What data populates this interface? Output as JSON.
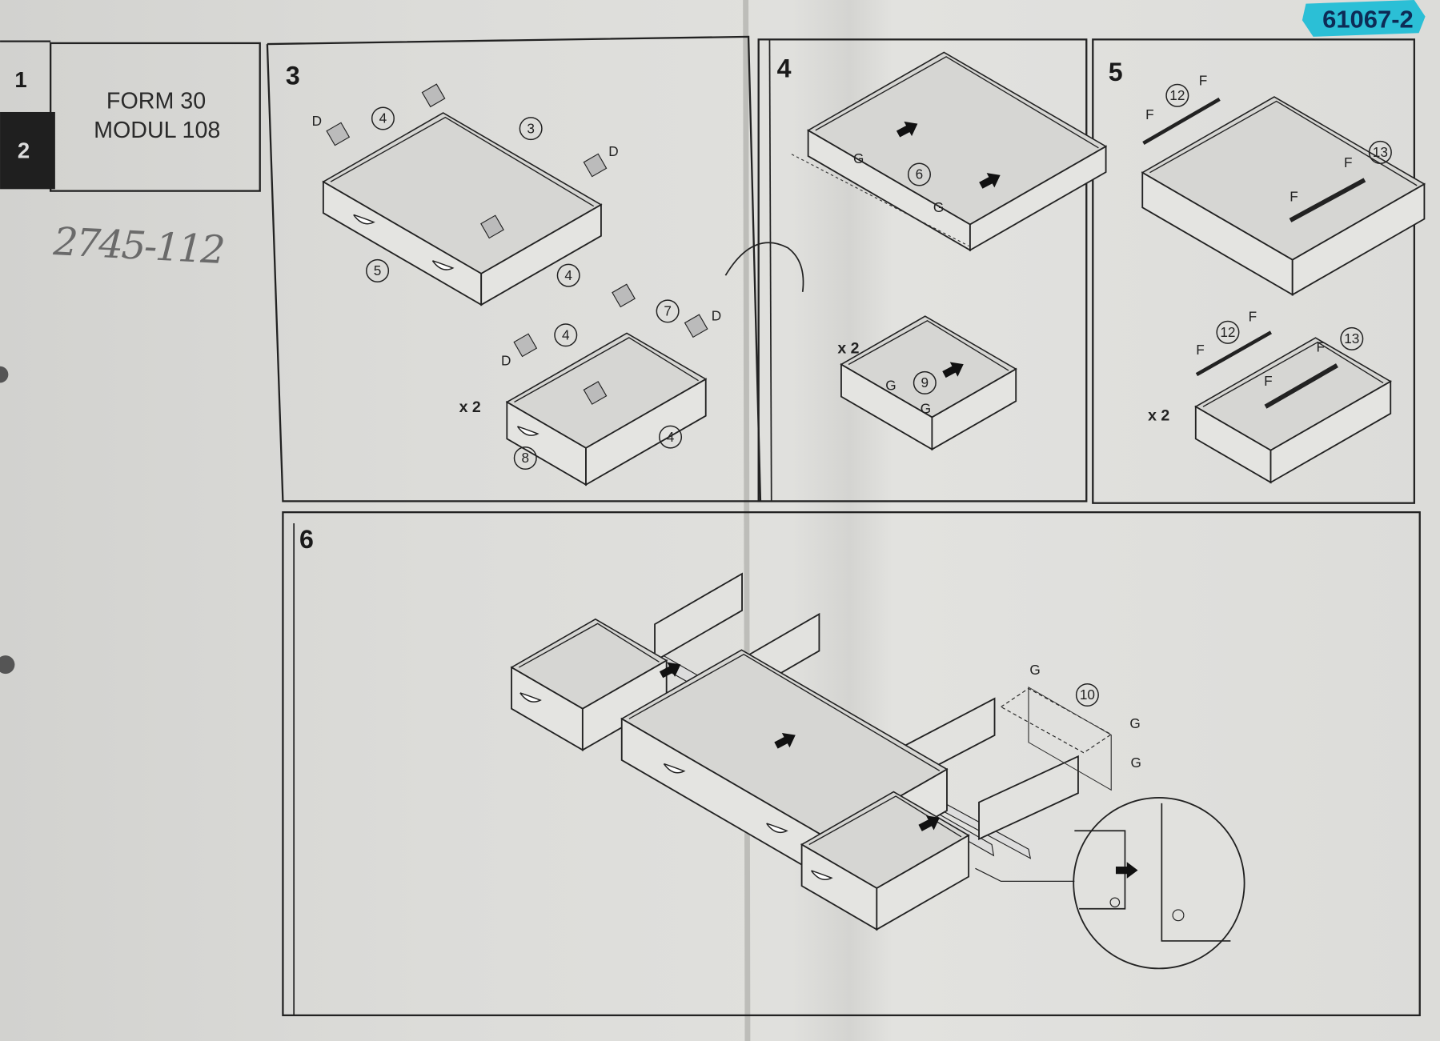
{
  "document_tag": "61067-2",
  "header": {
    "step_1": "1",
    "step_2": "2",
    "title_line1": "FORM 30",
    "title_line2": "MODUL 108"
  },
  "handwritten_note": "2745-112",
  "colors": {
    "tag": "#2bbfd6",
    "paper": "#dcdcd9",
    "ink": "#1a1a1a"
  },
  "panels": {
    "step3": {
      "number": "3",
      "callouts": [
        "D",
        "4",
        "3",
        "D",
        "5",
        "4",
        "7",
        "D",
        "4",
        "D",
        "8",
        "4"
      ],
      "multiplier": "x 2"
    },
    "step4": {
      "number": "4",
      "callouts": [
        "G",
        "6",
        "G",
        "G",
        "9",
        "G"
      ],
      "multiplier": "x 2"
    },
    "step5": {
      "number": "5",
      "callouts": [
        "12",
        "F",
        "F",
        "13",
        "F",
        "F",
        "12",
        "F",
        "F",
        "13",
        "F",
        "F"
      ],
      "multiplier": "x 2"
    },
    "step6": {
      "number": "6",
      "callouts": [
        "G",
        "10",
        "G",
        "G"
      ]
    }
  }
}
